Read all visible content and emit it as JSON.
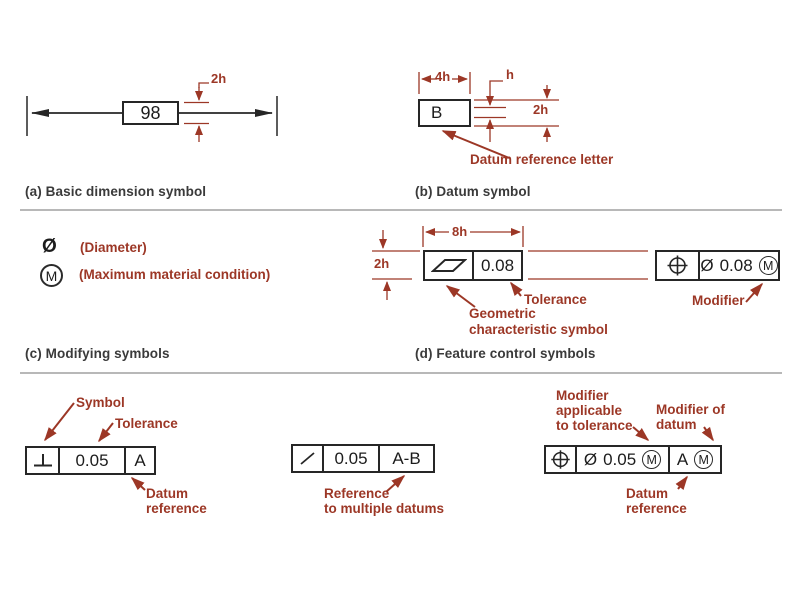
{
  "section_a": {
    "caption": "(a) Basic dimension symbol",
    "dimension_value": "98",
    "dim_2h": "2h"
  },
  "section_b": {
    "caption": "(b) Datum symbol",
    "datum_letter": "B",
    "dim_4h": "4h",
    "dim_h": "h",
    "dim_2h": "2h",
    "callout_datum_letter": "Datum reference letter"
  },
  "section_c": {
    "caption": "(c) Modifying symbols",
    "diameter_glyph": "Ø",
    "diameter_label": "(Diameter)",
    "mmc_glyph": "M",
    "mmc_label": "(Maximum material condition)"
  },
  "section_d": {
    "caption": "(d) Feature control symbols",
    "dim_8h": "8h",
    "dim_2h": "2h",
    "frame_left": {
      "tolerance": "0.08"
    },
    "frame_right": {
      "diameter": "Ø",
      "tolerance": "0.08",
      "modifier": "M"
    },
    "callout_tolerance": "Tolerance",
    "callout_geometric": "Geometric\ncharacteristic symbol",
    "callout_modifier": "Modifier"
  },
  "section_e": {
    "perpendicularity_frame": {
      "tolerance": "0.05",
      "datum": "A"
    },
    "callout_symbol": "Symbol",
    "callout_tolerance": "Tolerance",
    "callout_datum": "Datum\nreference",
    "multiple_datum_frame": {
      "tolerance": "0.05",
      "datum": "A-B"
    },
    "callout_multiple": "Reference\nto multiple datums",
    "position_frame": {
      "diameter": "Ø",
      "tolerance": "0.05",
      "tolerance_modifier": "M",
      "datum": "A",
      "datum_modifier": "M"
    },
    "callout_modifier_tolerance": "Modifier\napplicable\nto tolerance",
    "callout_modifier_datum": "Modifier of\ndatum",
    "callout_datum2": "Datum\nreference"
  }
}
